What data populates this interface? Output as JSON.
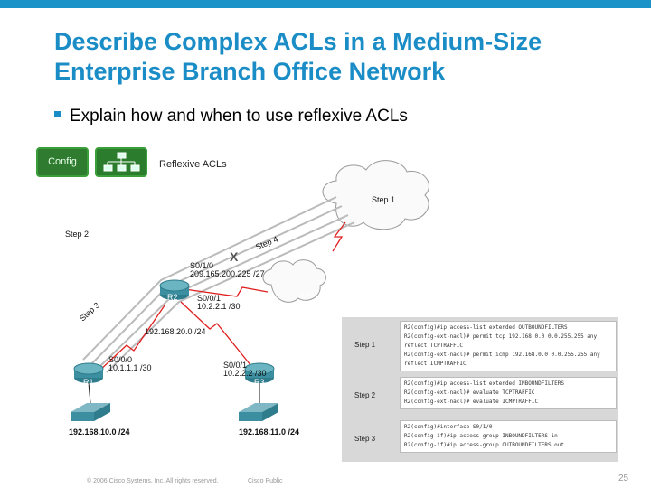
{
  "slide": {
    "title": "Describe Complex ACLs in a Medium-Size Enterprise Branch Office Network",
    "bullet": "Explain how and when to use reflexive ACLs",
    "page_number": "25",
    "footer_copyright": "© 2006 Cisco Systems, Inc. All rights reserved.",
    "footer_class": "Cisco Public"
  },
  "toolbar": {
    "config_label": "Config",
    "diagram_title": "Reflexive ACLs"
  },
  "diagram": {
    "step1": "Step 1",
    "step2": "Step 2",
    "step3": "Step 3",
    "step4": "Step 4",
    "blocked_mark": "X",
    "r2": "R2",
    "r1": "R1",
    "r3": "R3",
    "isp": "ISP",
    "r2_s010_iface": "S0/1/0",
    "r2_s010_ip": "209.165.200.225 /27",
    "r2_s001_iface": "S0/0/1",
    "r2_s001_ip": "10.2.2.1 /30",
    "r2_lan": "192.168.20.0 /24",
    "r1_iface": "S0/0/0",
    "r1_ip": "10.1.1.1 /30",
    "r3_iface": "S0/0/1",
    "r3_ip": "10.2.2.2 /30",
    "r1_lan": "192.168.10.0 /24",
    "r3_lan": "192.168.11.0 /24"
  },
  "config_panel": {
    "rows": [
      {
        "label": "Step 1",
        "lines": [
          "R2(config)#ip access-list extended OUTBOUNDFILTERS",
          "R2(config-ext-nacl)# permit tcp 192.168.0.0 0.0.255.255 any",
          "reflect TCPTRAFFIC",
          "R2(config-ext-nacl)# permit icmp 192.168.0.0 0.0.255.255 any",
          "reflect ICMPTRAFFIC"
        ]
      },
      {
        "label": "Step 2",
        "lines": [
          "R2(config)#ip access-list extended INBOUNDFILTERS",
          "R2(config-ext-nacl)# evaluate TCPTRAFFIC",
          "R2(config-ext-nacl)# evaluate ICMPTRAFFIC"
        ]
      },
      {
        "label": "Step 3",
        "lines": [
          "R2(config)#interface S0/1/0",
          "R2(config-if)#ip access-group INBOUNDFILTERS in",
          "R2(config-if)#ip access-group OUTBOUNDFILTERS out"
        ]
      }
    ]
  },
  "colors": {
    "title": "#1a8cc6",
    "topbar": "#1b93c9",
    "config_button": "#2f7b30",
    "router": "#3b8fa0",
    "link_red": "#e02020"
  }
}
